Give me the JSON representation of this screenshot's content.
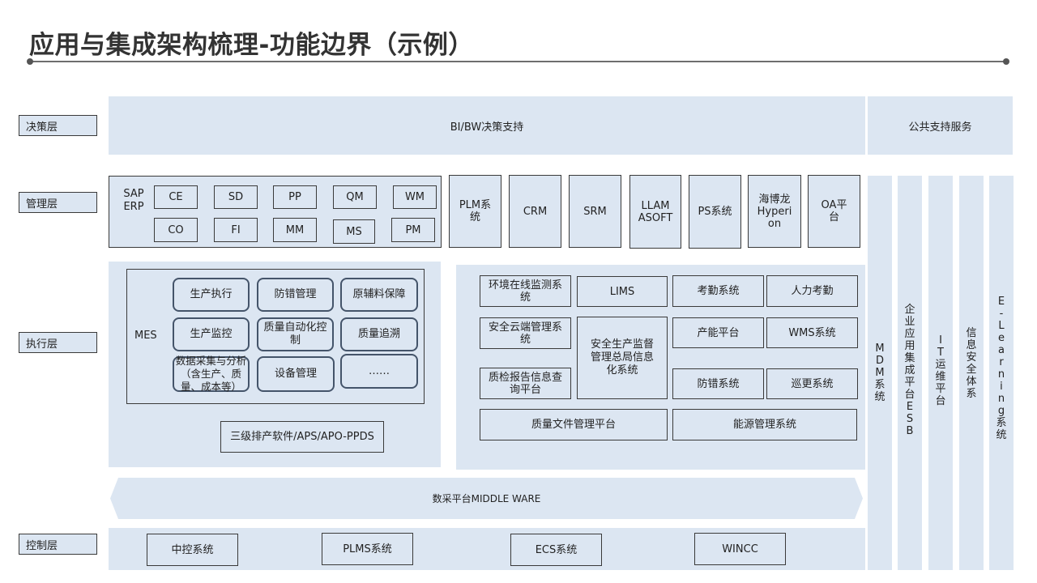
{
  "title": "应用与集成架构梳理-功能边界（示例）",
  "layers": {
    "decision": "决策层",
    "management": "管理层",
    "execution": "执行层",
    "control": "控制层"
  },
  "decision": {
    "bi": "BI/BW决策支持",
    "public": "公共支持服务"
  },
  "management": {
    "sap_erp": "SAP ERP",
    "sap_modules": [
      "CE",
      "SD",
      "PP",
      "QM",
      "WM",
      "CO",
      "FI",
      "MM",
      "MS",
      "PM"
    ],
    "systems": [
      "PLM系统",
      "CRM",
      "SRM",
      "LLAM ASOFT",
      "PS系统",
      "海博龙Hyperion",
      "OA平台"
    ]
  },
  "execution": {
    "mes": "MES",
    "mes_modules": [
      "生产执行",
      "防错管理",
      "原辅料保障",
      "生产监控",
      "质量自动化控制",
      "质量追溯",
      "数据采集与分析（含生产、质量、成本等）",
      "设备管理",
      "……"
    ],
    "aps": "三级排产软件/APS/APO-PPDS",
    "right": {
      "env": "环境在线监测系统",
      "lims": "LIMS",
      "attend": "考勤系统",
      "hr": "人力考勤",
      "cloud": "安全云端管理系统",
      "safety": "安全生产监督管理总局信息化系统",
      "capacity": "产能平台",
      "wms": "WMS系统",
      "qc": "质检报告信息查询平台",
      "errproof": "防错系统",
      "patrol": "巡更系统",
      "qfile": "质量文件管理平台",
      "energy": "能源管理系统"
    }
  },
  "middleware": "数采平台MIDDLE WARE",
  "control": {
    "systems": [
      "中控系统",
      "PLMS系统",
      "ECS系统",
      "WINCC"
    ]
  },
  "vertical": [
    [
      "M",
      "D",
      "M",
      "系",
      "统"
    ],
    [
      "企",
      "业",
      "应",
      "用",
      "集",
      "成",
      "平",
      "台",
      "E",
      "S",
      "B"
    ],
    [
      "I",
      "T",
      "运",
      "维",
      "平",
      "台"
    ],
    [
      "信",
      "息",
      "安",
      "全",
      "体",
      "系"
    ],
    [
      "E",
      "-",
      "L",
      "e",
      "a",
      "r",
      "n",
      "i",
      "n",
      "g",
      "系",
      "统"
    ]
  ]
}
